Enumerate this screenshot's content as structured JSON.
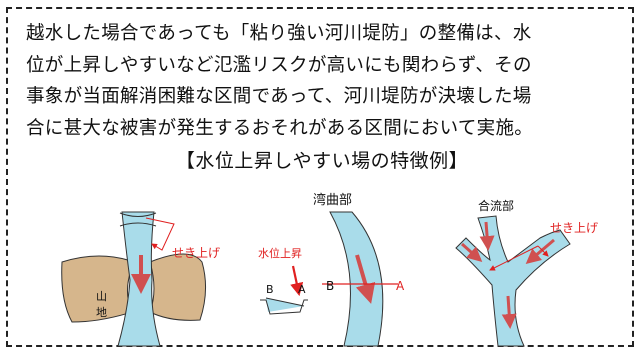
{
  "paragraph_lines": [
    "越水した場合であっても「粘り強い河川堤防」の整備は、水",
    "位が上昇しやすいなど氾濫リスクが高いにも関わらず、その",
    "事象が当面解消困難な区間であって、河川堤防が決壊した場",
    "合に甚大な被害が発生するおそれがある区間において実施。"
  ],
  "subtitle": "【水位上昇しやすい場の特徴例】",
  "figures": {
    "narrows": {
      "backwater_label": "せき上げ",
      "mountain_label_1": "山",
      "mountain_label_2": "地"
    },
    "bend": {
      "title": "湾曲部",
      "rise_label": "水位上昇",
      "section_b": "B",
      "section_a": "A",
      "plan_b": "B",
      "plan_a": "A"
    },
    "confluence": {
      "title": "合流部",
      "backwater_label": "せき上げ"
    }
  },
  "colors": {
    "water": "#a9dcea",
    "mountain": "#d6b68c",
    "arrow_red": "#e02020",
    "flow_arrow": "#d05050"
  }
}
